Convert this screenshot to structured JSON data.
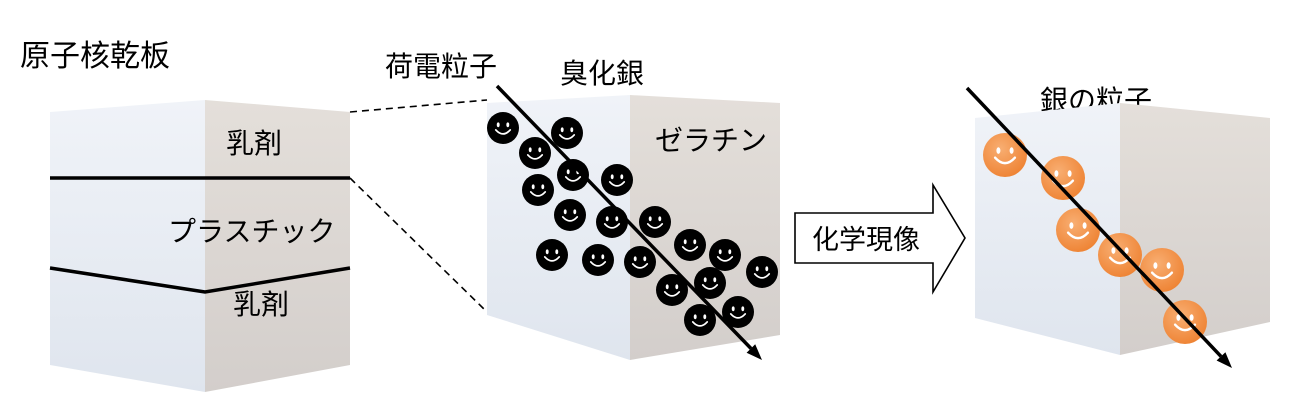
{
  "plate": {
    "title": "原子核乾板",
    "layers": [
      {
        "label": "乳剤"
      },
      {
        "label": "プラスチック"
      },
      {
        "label": "乳剤"
      }
    ]
  },
  "magnified": {
    "charged_particle_label": "荷電粒子",
    "silver_bromide_label": "臭化銀",
    "gelatin_label": "ゼラチン"
  },
  "process": {
    "label": "化学現像"
  },
  "result": {
    "silver_grain_label": "銀の粒子"
  },
  "icons": {
    "particle": "smiley-face-icon",
    "process_arrow": "block-arrow-right-icon",
    "track_arrow": "arrow-icon"
  },
  "colors": {
    "face_left": "#dfe5ee",
    "face_left_light": "#f0f3f8",
    "face_right": "#d3cecb",
    "face_right_light": "#e4dfda",
    "particle_black": "#000000",
    "particle_orange": "#ee8232",
    "particle_orange_light": "#f8ae72",
    "outline": "#000000"
  }
}
